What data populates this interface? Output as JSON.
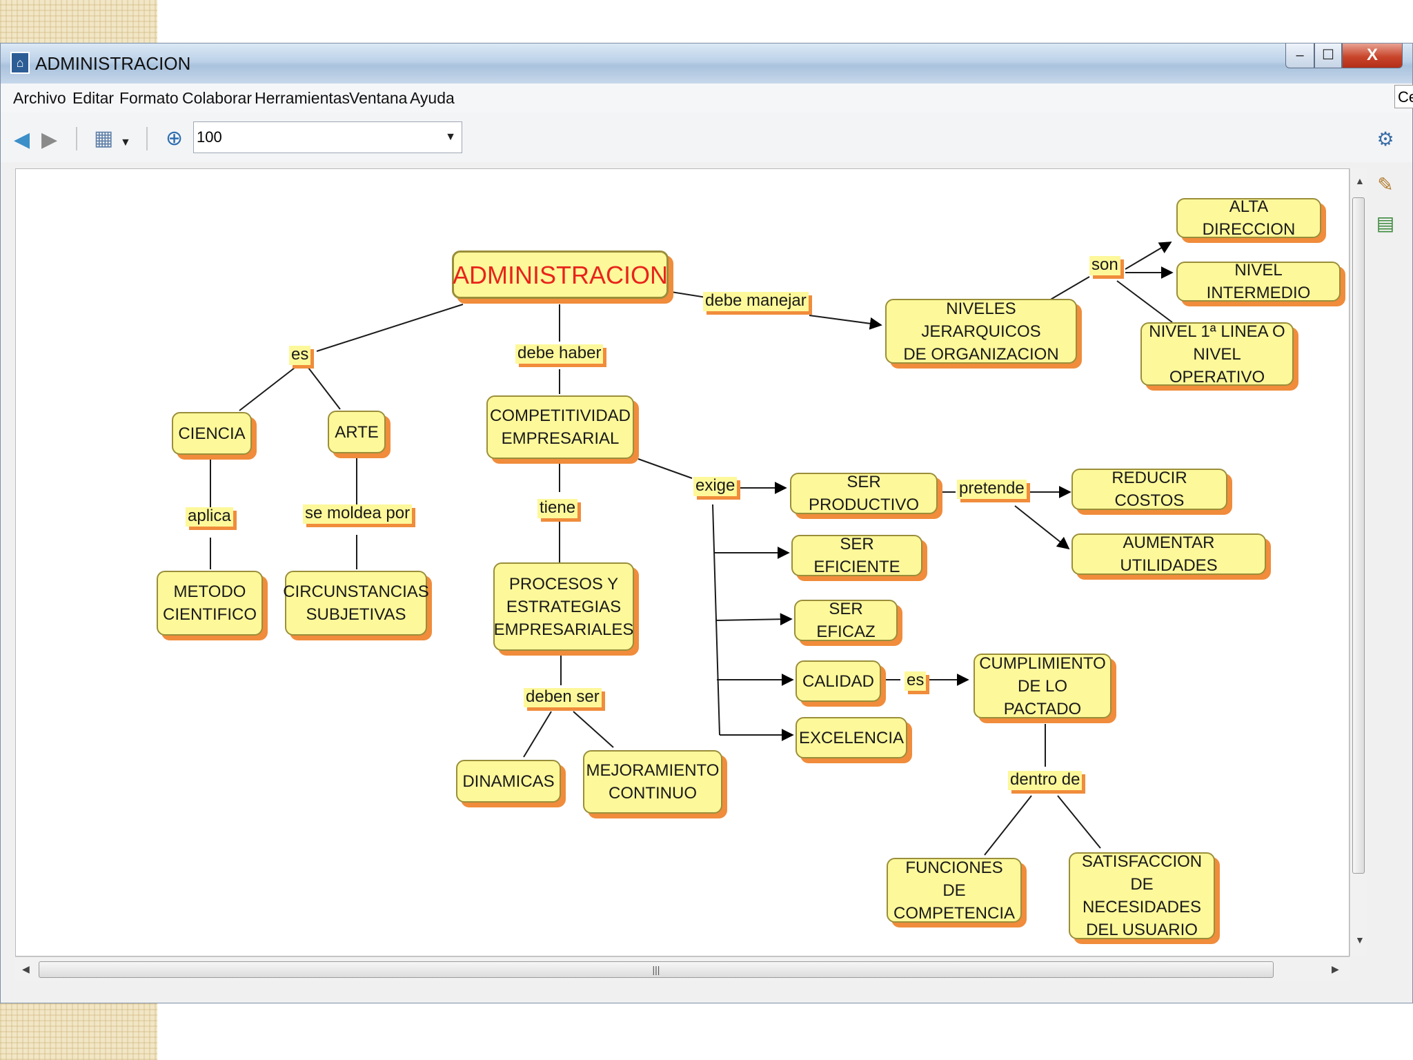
{
  "window": {
    "title": "ADMINISTRACION",
    "controls": {
      "minimize": "‒",
      "maximize": "☐",
      "close": "X"
    }
  },
  "menubar": {
    "items": [
      "Archivo",
      "Editar",
      "Formato",
      "Colaborar",
      "Herramientas",
      "Ventana",
      "Ayuda"
    ],
    "right_edge_text": "Ce"
  },
  "toolbar": {
    "zoom_value": "100",
    "back_icon": "back-arrow-icon",
    "forward_icon": "forward-arrow-icon"
  },
  "concept_map": {
    "nodes": {
      "administracion": "ADMINISTRACION",
      "niveles": "NIVELES JERARQUICOS\nDE ORGANIZACION",
      "alta": "ALTA DIRECCION",
      "intermedio": "NIVEL INTERMEDIO",
      "operativo": "NIVEL 1ª LINEA O\nNIVEL OPERATIVO",
      "ciencia": "CIENCIA",
      "arte": "ARTE",
      "metodo": "METODO\nCIENTIFICO",
      "circunstancias": "CIRCUNSTANCIAS\nSUBJETIVAS",
      "competitividad": "COMPETITIVIDAD\nEMPRESARIAL",
      "procesos": "PROCESOS Y\nESTRATEGIAS\nEMPRESARIALES",
      "dinamicas": "DINAMICAS",
      "mejoramiento": "MEJORAMIENTO\nCONTINUO",
      "productivo": "SER PRODUCTIVO",
      "eficiente": "SER EFICIENTE",
      "eficaz": "SER EFICAZ",
      "calidad": "CALIDAD",
      "excelencia": "EXCELENCIA",
      "reducir": "REDUCIR COSTOS",
      "aumentar": "AUMENTAR UTILIDADES",
      "cumplimiento": "CUMPLIMIENTO\nDE LO PACTADO",
      "funciones": "FUNCIONES DE\nCOMPETENCIA",
      "satisfaccion": "SATISFACCION\nDE NECESIDADES\nDEL USUARIO"
    },
    "links": {
      "debe_manejar": "debe manejar",
      "son": "son",
      "es1": "es",
      "aplica": "aplica",
      "se_moldea": "se moldea por",
      "debe_haber": "debe haber",
      "tiene": "tiene",
      "deben_ser": "deben ser",
      "exige": "exige",
      "pretende": "pretende",
      "es2": "es",
      "dentro_de": "dentro de"
    }
  }
}
